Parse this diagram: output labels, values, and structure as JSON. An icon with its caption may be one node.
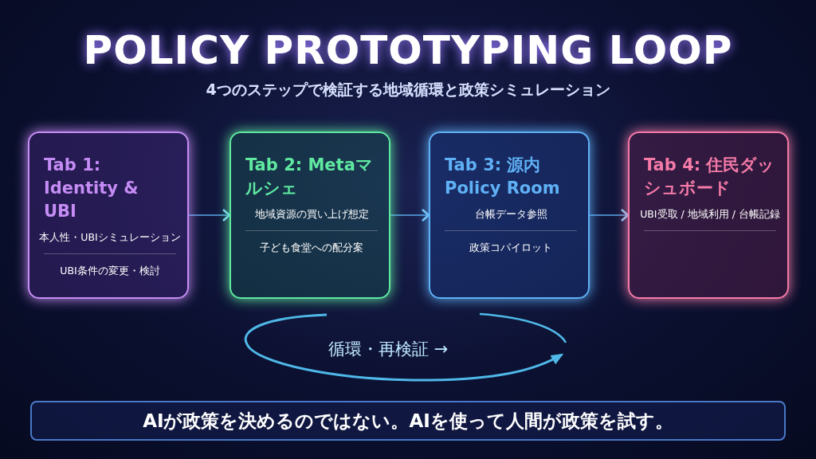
{
  "diagram": {
    "title": "POLICY PROTOTYPING LOOP",
    "caption": "4つのステップで検証する地域循環と政策シミュレーション",
    "nodes": [
      {
        "text": [
          "Tab 1: Identity & UBI",
          "本人性・UBIシミュレーション",
          "UBI条件の変更・検討"
        ]
      },
      {
        "text": [
          "Tab 2: Metaマルシェ",
          "地域資源の買い上げ想定",
          "子ども食堂への配分案"
        ]
      },
      {
        "text": [
          "Tab 3: 源内 Policy Room",
          "台帳データ参照",
          "政策コパイロット"
        ]
      },
      {
        "text": [
          "Tab 4: 住民ダッシュボード",
          "UBI受取 / 地域利用 / 台帳記録"
        ]
      },
      {
        "text": [
          "AIが政策を決めるのではない。AIを使って人間が政策を試す。"
        ]
      }
    ],
    "edges": [
      {
        "from": 0,
        "to": 1,
        "arrow": "to"
      },
      {
        "from": 1,
        "to": 2,
        "arrow": "to"
      },
      {
        "from": 2,
        "to": 3,
        "arrow": "to"
      }
    ],
    "labels": [
      "循環・再検証 →"
    ]
  }
}
